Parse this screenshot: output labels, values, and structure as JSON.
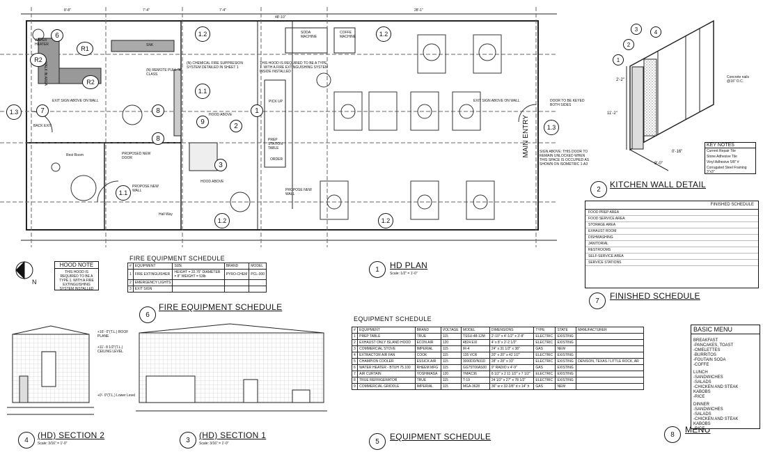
{
  "titles": {
    "hd_plan": "HD PLAN",
    "hd_plan_scale": "Scale: 1/2\" = 1'-0\"",
    "hd_plan_num": "1",
    "kitchen_wall": "KITCHEN WALL DETAIL",
    "kitchen_wall_num": "2",
    "section1": "(HD) SECTION 1",
    "section1_scale": "Scale: 3/16\" = 1'-0\"",
    "section1_num": "3",
    "section2": "(HD) SECTION 2",
    "section2_scale": "Scale: 3/16\" = 1'-0\"",
    "section2_num": "4",
    "equip": "EQUIPMENT SCHEDULE",
    "equip_num": "5",
    "fire": "FIRE EQUIPMENT SCHEDULE",
    "fire_num": "6",
    "finished": "FINISHED SCHEDULE",
    "finished_num": "7",
    "menu": "MENU",
    "menu_num": "8"
  },
  "plan_labels": {
    "water_heater": "WATER HEATER",
    "soda": "SODA MACHINE",
    "coffee": "COFFE MACHINE",
    "walk": "WALK IN AREA",
    "remote": "(N) REMOTE PULL \"K\" CLASS",
    "chem": "(N) CHEMICAL FIRE SUPPRESION SYSTEM DETAILED IN SHEET 1",
    "hood_req": "THIS HOOD IS REQUIRED TO BE A TYPE 1. WITH A FIRE EXTINGUISHING SYSTEM INSIDE INSTALLED",
    "exit1": "EXIT SIGN ABOVE ON WALL",
    "exit2": "EXIT SIGN ABOVE ON WALL",
    "door_keyed": "DOOR TO BE KEYED BOTH SIDES",
    "main_entry": "MAIN ENTRY",
    "sign_above": "SIGN ABOVE: THIS DOOR TO REMAIN UNLOCKED WHEN THIS SPACE IS OCCUPIED AS SHOWN ON ISOMETRIC 1-A3",
    "back_exit": "BACK EXIT",
    "rest_room": "Rest Room",
    "proposed_door": "PROPOSED NEW DOOR",
    "propose_wall": "PROPOSE NEW WALL",
    "hood_above1": "HOOD ABOVE",
    "hood_above2": "HOOD ABOVE",
    "pick_up": "PICK UP",
    "prep": "PREP STATION TABLE",
    "order": "ORDER",
    "propose_wall2": "PROPOSE NEW WALL",
    "hall_way": "Hall Way",
    "snk": "SNK",
    "tags": [
      "R1",
      "R2",
      "R2",
      "6",
      "7",
      "8",
      "8",
      "9",
      "1",
      "2",
      "3",
      "1.1",
      "1.1",
      "1.2",
      "1.2",
      "1.2",
      "1.2",
      "1.3",
      "1.3"
    ],
    "dims_top": [
      "8'-8\"",
      "7'-4\"",
      "7'-4\"",
      "48'-10\"",
      "28'-1\""
    ]
  },
  "hood_note": {
    "title": "HOOD NOTE",
    "text": "THIS HOOD IS REQUIRED TO BE A TYPE 1. WITH A FIRE EXTINGUISHING SYSTEM INSTALLED"
  },
  "north": "N",
  "fire_schedule": {
    "header": "FIRE EQUIPMENT SCHEDULE",
    "cols": [
      "#",
      "EQUIPMENT",
      "SIZE",
      "BRAND",
      "MODEL"
    ],
    "rows": [
      [
        "1",
        "FIRE EXTINGUISHER",
        "HEIGHT = 22.75\" DIAMETER = 8\" WEIGHT = 53lb",
        "PYRO-CHEM",
        "PCL-300"
      ],
      [
        "2",
        "EMERGENCY LIGHTS",
        "",
        "",
        ""
      ],
      [
        "3",
        "EXIT SIGN",
        "",
        "",
        ""
      ]
    ]
  },
  "equipment_schedule": {
    "header": "EQUIPMENT SCHEDULE",
    "cols": [
      "#",
      "EQUIPMENT",
      "BRAND",
      "VOLTAGE",
      "MODEL",
      "DIMENSIONS",
      "TYPE",
      "STATE",
      "MANUFACTURER"
    ],
    "rows": [
      [
        "1",
        "PREP TABLE",
        "TRUE",
        "115",
        "TSSU-48-12M",
        "2'-10\" x 4'-1/2\" x 3'-8\"",
        "ELECTRIC",
        "EXISTING",
        ""
      ],
      [
        "2",
        "EXHAUST ONLY ISLAND HOOD",
        "ECON AIR",
        "120",
        "4824 EXI",
        "4' x 8' x 2'-2 1/2\"",
        "ELECTRIC",
        "EXISTING",
        ""
      ],
      [
        "3",
        "COMMERCIAL STOVE",
        "IMPERIAL",
        "115",
        "IR-4",
        "24\" x 31 1/2\" x 38\"",
        "GAS",
        "NEW",
        ""
      ],
      [
        "4",
        "EXTRACTOR AIR FAN",
        "COOK",
        "115",
        "135 VCR",
        "20\" x 20\" x 42 1/2\"",
        "ELECTRIC",
        "EXISTING",
        ""
      ],
      [
        "5",
        "CHAMPION COOLER",
        "ESSICK AIR",
        "115",
        "3000DD/N31D",
        "28\" x 28\" x 33\"",
        "ELECTRIC",
        "EXISTING",
        "DENISON, TEXAS / LITTLE ROCK, AR"
      ],
      [
        "6",
        "WATER HEATER - BTUH 75.100",
        "RHEEM MFG",
        "115",
        "GG75T06AS00",
        "9\" RADIO x 4'-9\"",
        "GAS",
        "EXISTING",
        ""
      ],
      [
        "7",
        "AIR CURTAIN",
        "YOSHIMASA",
        "120",
        "YMAC36",
        "8 1/2\" x 2 11 1/2\" x 7 1/2\"",
        "ELECTRIC",
        "EXISTING",
        ""
      ],
      [
        "8",
        "TRUE REFRIGERATOR",
        "TRUE",
        "115",
        "T-19",
        "24 1/2\" x 27\" x 78 1/2\"",
        "ELECTRIC",
        "EXISTING",
        ""
      ],
      [
        "9",
        "COMMERCIAL GRIDDLE",
        "IMPERIAL",
        "115",
        "MGA-3628",
        "36\" w x 32-3/8\" d x 14\" h",
        "GAS",
        "NEW",
        ""
      ]
    ]
  },
  "finished_schedule": {
    "header": "FINISHED SCHEDULE",
    "rows": [
      "FOOD PREP AREA",
      "FOOD SERVICE AREA",
      "STORAGE AREA",
      "EXHAUST ROOM",
      "DISHWASHING",
      "JANITORIAL",
      "RESTROOMS",
      "SELF-SERVICE AREA",
      "SERVICE STATIONS"
    ]
  },
  "menu": {
    "title": "BASIC MENU",
    "sections": [
      {
        "name": "BREAKFAST",
        "items": [
          "-PANCAKES, TOAST",
          "-OMELETTES",
          "-BURRITOS",
          "-FOUTAIN SODA",
          "-COFFE"
        ]
      },
      {
        "name": "LUNCH",
        "items": [
          "-SANDWICHES",
          "-SALADS",
          "-CHICKEN AND STEAK",
          "KABOBS",
          "-RICE"
        ]
      },
      {
        "name": "DINNER",
        "items": [
          "-SANDWICHES",
          "-SALADS",
          "-CHICKEN AND STEAK",
          "KABOBS",
          "-RICE"
        ]
      }
    ]
  },
  "key_notes": {
    "title": "KEY NOTES",
    "items": [
      "Current Repair Tile",
      "Stone Adhesive Tile",
      "Vinyl Adhesive 5/8\" #",
      "Corrugated Steel Framing 3\"x3\""
    ]
  },
  "wall_detail": {
    "tags": [
      "1",
      "2",
      "3",
      "4"
    ],
    "concrete": "Concrete nails @16\" O.C.",
    "dim1": "9'-0\"",
    "dim2": "0'-16\"",
    "dim3": "11'-2\"",
    "dim4": "2'-2\""
  },
  "section_labels": {
    "roof": "+16'- 0\"(T.L.) ROOF PLANE",
    "ceiling": "+11'- 8 1/2\"(T.L.) CEILING LEVEL",
    "lower": "+0'- 0\"(T.L.) Lower Level"
  }
}
